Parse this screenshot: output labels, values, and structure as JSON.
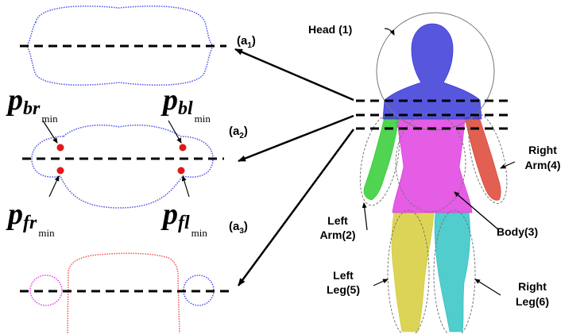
{
  "sections": {
    "a1": {
      "main": "(a",
      "sub": "1",
      "close": ")"
    },
    "a2": {
      "main": "(a",
      "sub": "2",
      "close": ")"
    },
    "a3": {
      "main": "(a",
      "sub": "3",
      "close": ")"
    }
  },
  "points": {
    "br": {
      "p": "p",
      "sub": "br",
      "min": "min"
    },
    "bl": {
      "p": "p",
      "sub": "bl",
      "min": "min"
    },
    "fr": {
      "p": "p",
      "sub": "fr",
      "min": "min"
    },
    "fl": {
      "p": "p",
      "sub": "fl",
      "min": "min"
    }
  },
  "parts": {
    "head": "Head (1)",
    "left_arm_line1": "Left",
    "left_arm_line2": "Arm(2)",
    "body": "Body(3)",
    "right_arm_line1": "Right",
    "right_arm_line2": "Arm(4)",
    "left_leg_line1": "Left",
    "left_leg_line2": "Leg(5)",
    "right_leg_line1": "Right",
    "right_leg_line2": "Leg(6)"
  },
  "colors": {
    "head": "#3a3ad8",
    "left_arm": "#33cc33",
    "body": "#e040e0",
    "right_arm": "#dd4433",
    "left_leg": "#d6cc3a",
    "right_leg": "#33c4c4",
    "cross_section_1": "#4a50e8",
    "cross_section_2": "#4a50e8",
    "cross_section_3_torso": "#ee5555",
    "cross_section_3_arm_left": "#e040e0",
    "cross_section_3_arm_right": "#4a50e8",
    "min_point": "#e01818"
  }
}
